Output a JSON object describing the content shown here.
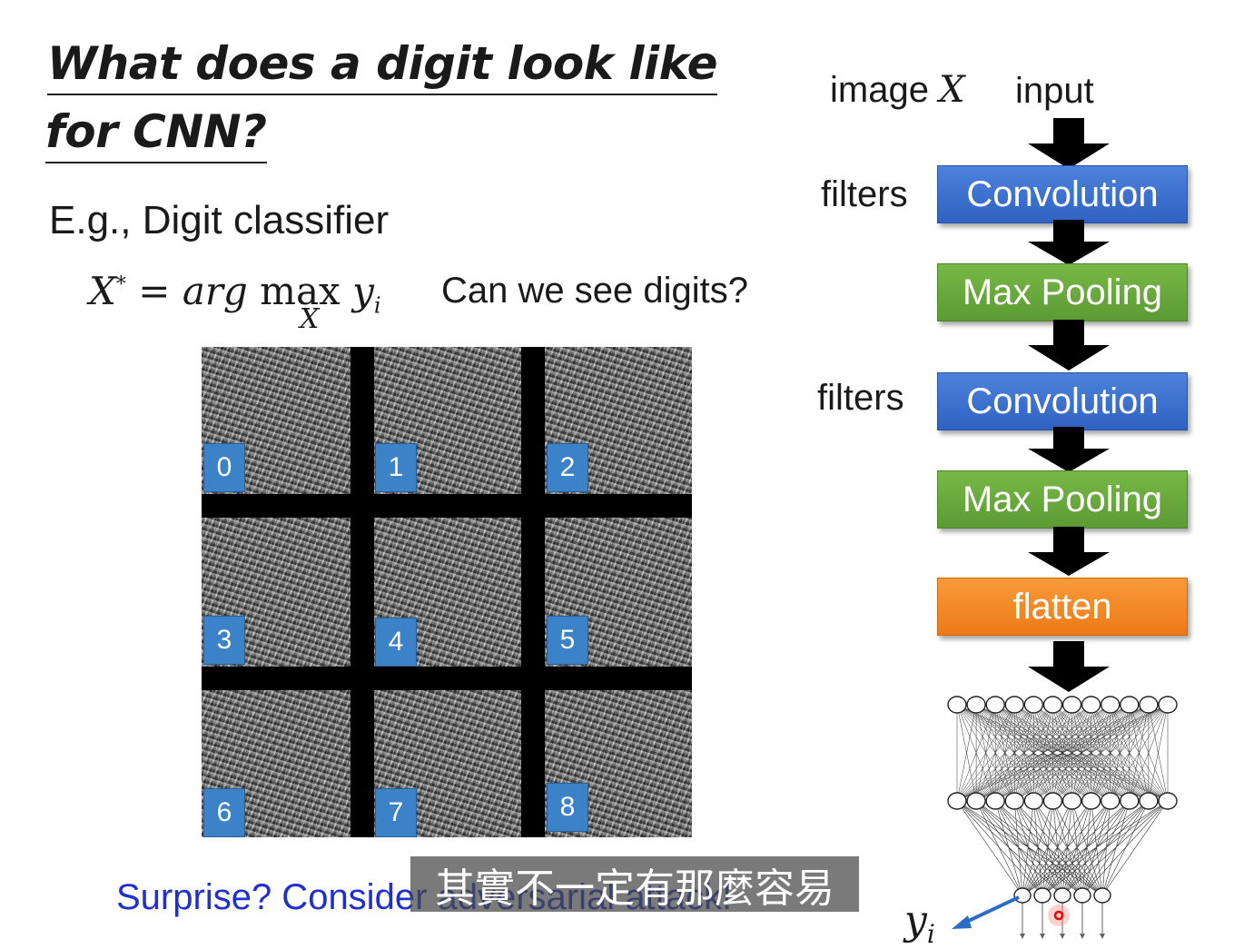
{
  "title": {
    "line1": "What does a digit look like",
    "line2": "for CNN?"
  },
  "subtitle": "E.g., Digit classifier",
  "formula": {
    "lhs": "X",
    "star": "*",
    "eq": " = ",
    "arg": "arg",
    "max": " max ",
    "y": "y",
    "i": "i",
    "under": "X"
  },
  "question": "Can we see digits?",
  "digits": [
    "0",
    "1",
    "2",
    "3",
    "4",
    "5",
    "6",
    "7",
    "8"
  ],
  "surprise": "Surprise? Consider adversarial attack!",
  "caption": "其實不一定有那麼容易",
  "diagram": {
    "image_label": "image ",
    "image_var": "X",
    "input_label": "input",
    "filters_1": "filters",
    "filters_2": "filters",
    "conv1": "Convolution",
    "pool1": "Max Pooling",
    "conv2": "Convolution",
    "pool2": "Max Pooling",
    "flatten": "flatten",
    "output_var": "y",
    "output_sub": "i"
  },
  "colors": {
    "conv": "#3566cf",
    "pool": "#66a83c",
    "flatten": "#f2841f",
    "badge": "#3c82c8",
    "surprise": "#1f2fd1"
  }
}
